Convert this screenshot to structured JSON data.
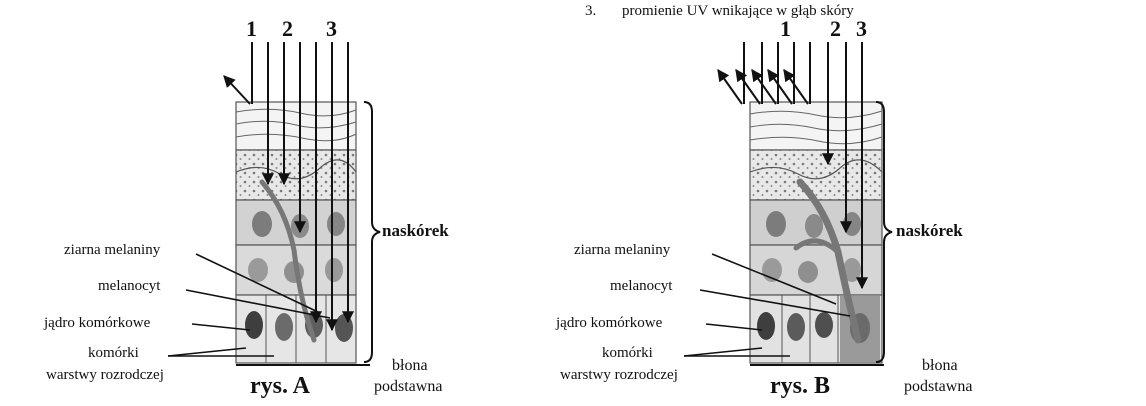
{
  "caption": {
    "number": "3.",
    "text": "promienie UV wnikające w głąb skóry"
  },
  "figures": [
    {
      "title": "rys. A",
      "ray_labels": [
        "1",
        "2",
        "3"
      ],
      "labels": {
        "epidermis": "naskórek",
        "melanin": "ziarna melaniny",
        "melanocyte": "melanocyt",
        "nucleus": "jądro komórkowe",
        "basal_cells_line1": "komórki",
        "basal_cells_line2": "warstwy rozrodczej",
        "membrane_line1": "błona",
        "membrane_line2": "podstawna"
      }
    },
    {
      "title": "rys. B",
      "ray_labels": [
        "1",
        "2",
        "3"
      ],
      "labels": {
        "epidermis": "naskórek",
        "melanin": "ziarna melaniny",
        "melanocyte": "melanocyt",
        "nucleus": "jądro komórkowe",
        "basal_cells_line1": "komórki",
        "basal_cells_line2": "warstwy rozrodczej",
        "membrane_line1": "błona",
        "membrane_line2": "podstawna"
      }
    }
  ]
}
